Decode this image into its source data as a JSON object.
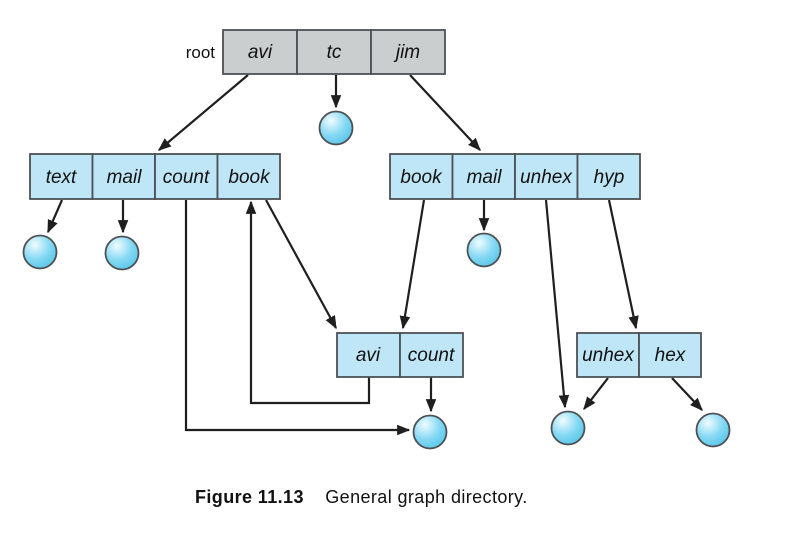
{
  "figure": {
    "caption_label": "Figure 11.13",
    "caption_text": "General graph directory."
  },
  "diagram": {
    "root_label": "root",
    "directories": {
      "root": {
        "cells": [
          "avi",
          "tc",
          "jim"
        ]
      },
      "avi": {
        "cells": [
          "text",
          "mail",
          "count",
          "book"
        ]
      },
      "jim": {
        "cells": [
          "book",
          "mail",
          "unhex",
          "hyp"
        ]
      },
      "book": {
        "cells": [
          "avi",
          "count"
        ]
      },
      "hyp": {
        "cells": [
          "unhex",
          "hex"
        ]
      }
    },
    "edges": [
      {
        "from": "root.avi",
        "to": "avi-directory"
      },
      {
        "from": "root.tc",
        "to": "file"
      },
      {
        "from": "root.jim",
        "to": "jim-directory"
      },
      {
        "from": "avi.text",
        "to": "file"
      },
      {
        "from": "avi.mail",
        "to": "file"
      },
      {
        "from": "avi.count",
        "to": "shared-file-count"
      },
      {
        "from": "avi.book",
        "to": "book-directory"
      },
      {
        "from": "book.avi",
        "to": "avi-directory"
      },
      {
        "from": "book.count",
        "to": "shared-file-count"
      },
      {
        "from": "jim.book",
        "to": "book-directory"
      },
      {
        "from": "jim.mail",
        "to": "file"
      },
      {
        "from": "jim.unhex",
        "to": "shared-file-unhex"
      },
      {
        "from": "jim.hyp",
        "to": "hyp-directory"
      },
      {
        "from": "hyp.unhex",
        "to": "shared-file-unhex"
      },
      {
        "from": "hyp.hex",
        "to": "file"
      }
    ],
    "colors": {
      "root_fill": "#cbcecf",
      "dir_fill": "#bfe6f7",
      "border": "#4e5154",
      "arrow": "#1f1f1f",
      "text": "#111111",
      "file_highlight": "#f0fcff",
      "file_fill": "#86d9f4",
      "file_edge": "#55c5e8"
    }
  }
}
